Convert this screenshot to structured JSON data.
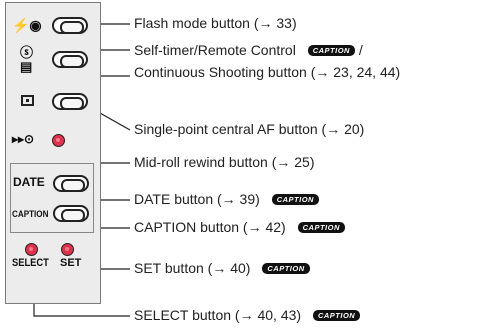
{
  "panel": {
    "date_label": "DATE",
    "caption_label": "CAPTION",
    "select_label": "SELECT",
    "set_label": "SET"
  },
  "badge_text": "CAPTION",
  "labels": {
    "flash": "Flash mode button (→ 33)",
    "selftimer_line1": "Self-timer/Remote Control",
    "selftimer_sep": " /",
    "selftimer_line2": "Continuous Shooting button (→ 23, 24, 44)",
    "af": "Single-point central AF button (→ 20)",
    "rewind": "Mid-roll rewind button (→ 25)",
    "date": "DATE button (→ 39)",
    "caption": "CAPTION button (→ 42)",
    "set": "SET button (→ 40)",
    "select": "SELECT button (→ 40, 43)"
  },
  "icons": {
    "flash": "flash-mode-icon",
    "selftimer": "self-timer-icon",
    "continuous": "continuous-shooting-icon",
    "af": "af-point-icon",
    "rewind": "rewind-icon"
  },
  "colors": {
    "button_red": "#e0304a",
    "panel": "#ececec",
    "badge": "#111111"
  }
}
